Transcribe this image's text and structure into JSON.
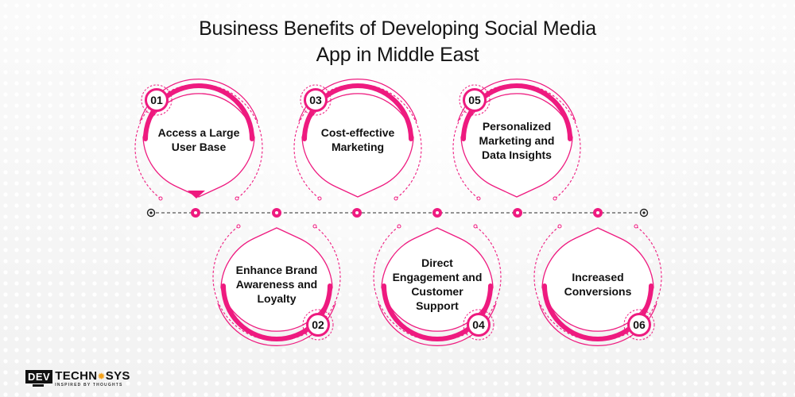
{
  "title": {
    "line1": "Business Benefits of Developing Social Media",
    "line2": "App in Middle East"
  },
  "colors": {
    "accent": "#ee1a7f",
    "text": "#111111",
    "timeline": "#555555",
    "background": "#f7f7f7"
  },
  "timeline": {
    "start_icon": "target-circle-icon",
    "end_icon": "target-circle-icon",
    "node_count": 6
  },
  "benefits": [
    {
      "number": "01",
      "lines": [
        "Access a Large",
        "User Base"
      ],
      "position": "top"
    },
    {
      "number": "02",
      "lines": [
        "Enhance Brand",
        "Awareness and",
        "Loyalty"
      ],
      "position": "bottom"
    },
    {
      "number": "03",
      "lines": [
        "Cost-effective",
        "Marketing"
      ],
      "position": "top"
    },
    {
      "number": "04",
      "lines": [
        "Direct",
        "Engagement and",
        "Customer",
        "Support"
      ],
      "position": "bottom"
    },
    {
      "number": "05",
      "lines": [
        "Personalized",
        "Marketing and",
        "Data Insights"
      ],
      "position": "top"
    },
    {
      "number": "06",
      "lines": [
        "Increased",
        "Conversions"
      ],
      "position": "bottom"
    }
  ],
  "logo": {
    "badge": "DEV",
    "main_a": "TECHN",
    "gear": "✹",
    "main_b": "SYS",
    "tagline": "INSPIRED BY THOUGHTS"
  }
}
